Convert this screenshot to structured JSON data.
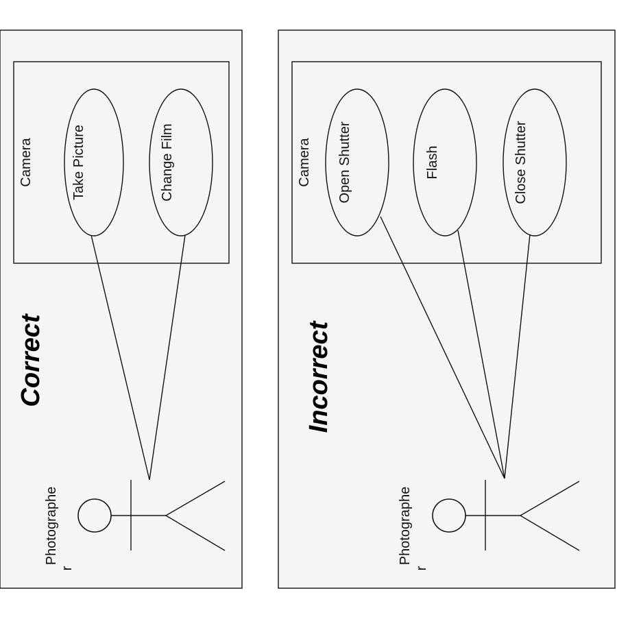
{
  "correct": {
    "heading": "Correct",
    "system": "Camera",
    "use_cases": [
      "Take Picture",
      "Change Film"
    ],
    "actor": {
      "line1": "Photographe",
      "line2": "r"
    }
  },
  "incorrect": {
    "heading": "Incorrect",
    "system": "Camera",
    "use_cases": [
      "Open Shutter",
      "Flash",
      "Close Shutter"
    ],
    "actor": {
      "line1": "Photographe",
      "line2": "r"
    }
  }
}
